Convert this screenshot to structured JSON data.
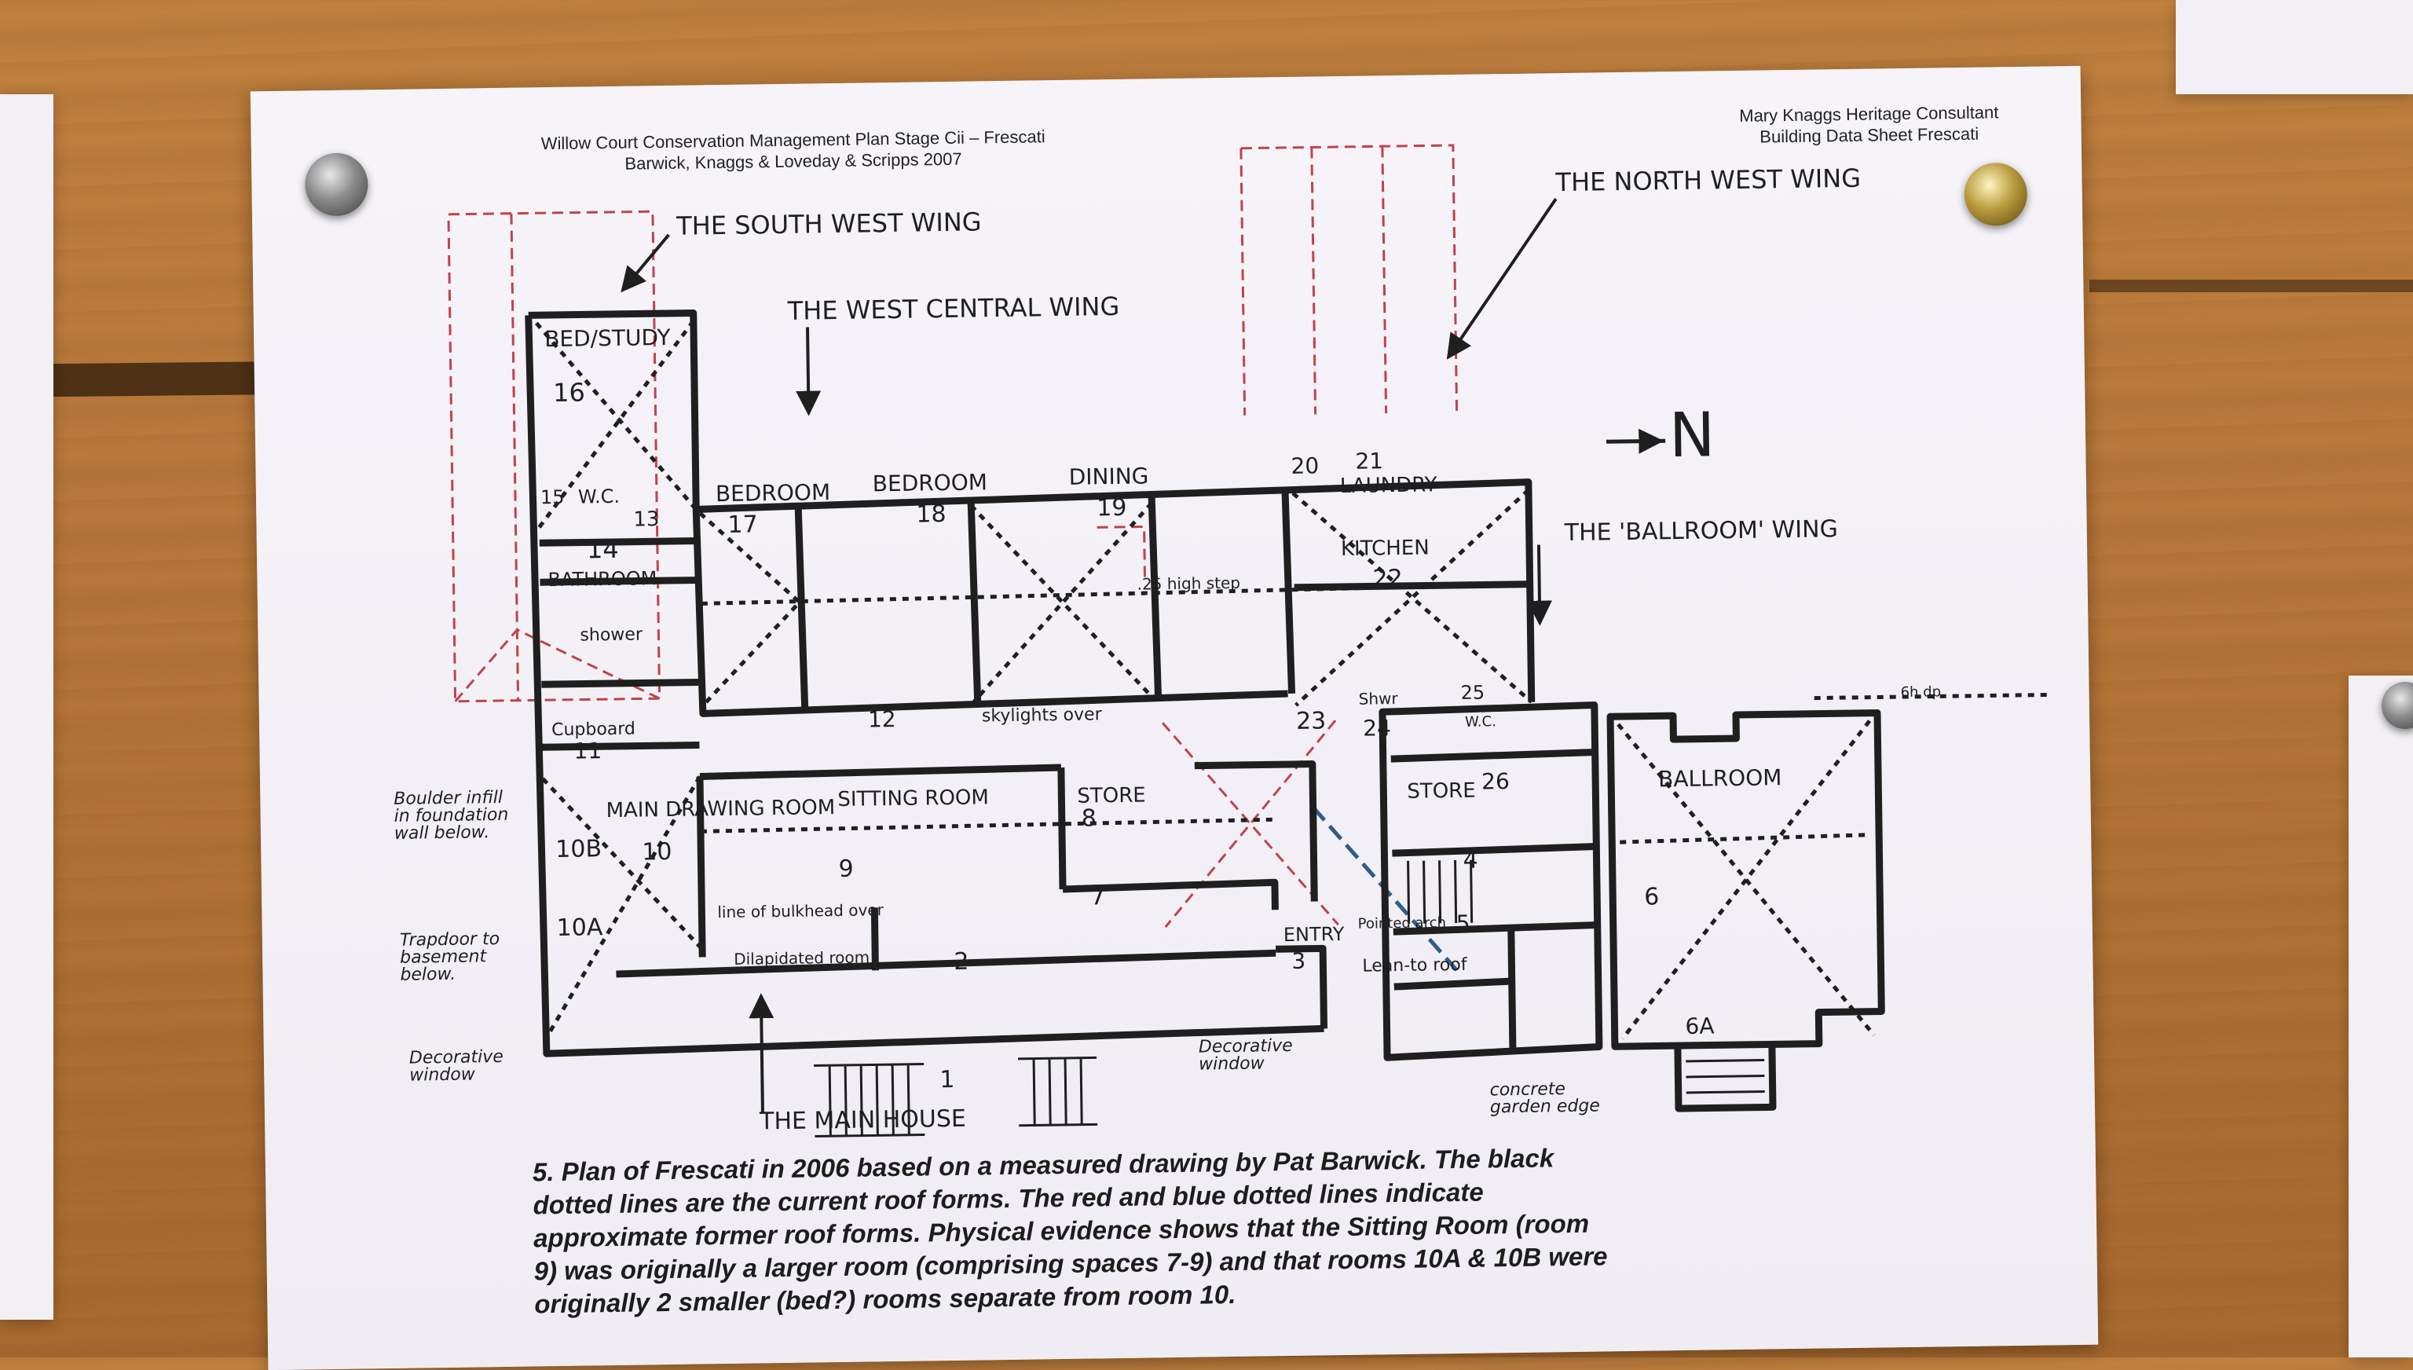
{
  "header": {
    "left_line1": "Willow Court Conservation Management Plan Stage Cii – Frescati",
    "left_line2": "Barwick, Knaggs & Loveday & Scripps 2007",
    "right_line1": "Mary Knaggs Heritage Consultant",
    "right_line2": "Building Data Sheet Frescati"
  },
  "wings": {
    "south_west": "THE SOUTH WEST WING",
    "west_central": "THE WEST CENTRAL WING",
    "north_west": "THE NORTH WEST WING",
    "ballroom": "THE 'BALLROOM' WING",
    "main_house": "THE MAIN HOUSE",
    "north_arrow": "N"
  },
  "rooms": {
    "bed_study": "BED/STUDY",
    "r16": "16",
    "wc": "W.C.",
    "r15": "15",
    "r13": "13",
    "r14": "14",
    "bathroom": "BATHROOM",
    "shower": "shower",
    "bedroom17": "BEDROOM",
    "r17": "17",
    "bedroom18": "BEDROOM",
    "r18": "18",
    "dining": "DINING",
    "r19": "19",
    "r20": "20",
    "laundry": "LAUNDRY",
    "r21": "21",
    "kitchen": "KITCHEN",
    "r22": "22",
    "r12": "12",
    "skylights": "skylights over",
    "r23": "23",
    "step": ".25 high step",
    "cupboard": "Cupboard",
    "r11": "11",
    "main_drawing": "MAIN DRAWING ROOM",
    "r10": "10",
    "r10b": "10B",
    "r10a": "10A",
    "sitting": "SITTING ROOM",
    "r9": "9",
    "store8": "STORE",
    "r8": "8",
    "r7": "7",
    "shwr": "Shwr",
    "r24": "24",
    "r25": "25",
    "wc25": "W.C.",
    "store26": "STORE",
    "r26": "26",
    "ballroom": "BALLROOM",
    "r6": "6",
    "r4": "4",
    "entry": "ENTRY",
    "r3": "3",
    "pointed_arch": "Pointed arch",
    "r5": "5",
    "lean_to": "Lean-to roof",
    "r6a": "6A",
    "r2": "2",
    "r1": "1",
    "dilapidated": "Dilapidated room",
    "bulkhead": "line of bulkhead over",
    "step_dn": "6h dp"
  },
  "notes": {
    "boulder": [
      "Boulder infill",
      "in foundation",
      "wall below."
    ],
    "trapdoor": [
      "Trapdoor to",
      "basement",
      "below."
    ],
    "deco_window_left": [
      "Decorative",
      "window"
    ],
    "deco_window_mid": [
      "Decorative",
      "window"
    ],
    "concrete_edge": [
      "concrete",
      "garden edge"
    ]
  },
  "caption": {
    "line1": "5. Plan of Frescati in 2006 based on a measured drawing by Pat Barwick. The black",
    "line2": "dotted lines are the current roof forms.  The red and blue dotted lines indicate",
    "line3": "approximate former roof forms.  Physical evidence shows that the Sitting Room (room",
    "line4": "9) was originally a larger room (comprising spaces 7-9) and that rooms 10A & 10B were",
    "line5": "originally 2 smaller (bed?) rooms separate from room 10."
  },
  "colors": {
    "ink": "#1f1f1f",
    "former_roof_red": "#c0424d",
    "former_roof_blue": "#2f5d8a",
    "paper": "#f3f1f6",
    "board": "#b8773a"
  }
}
